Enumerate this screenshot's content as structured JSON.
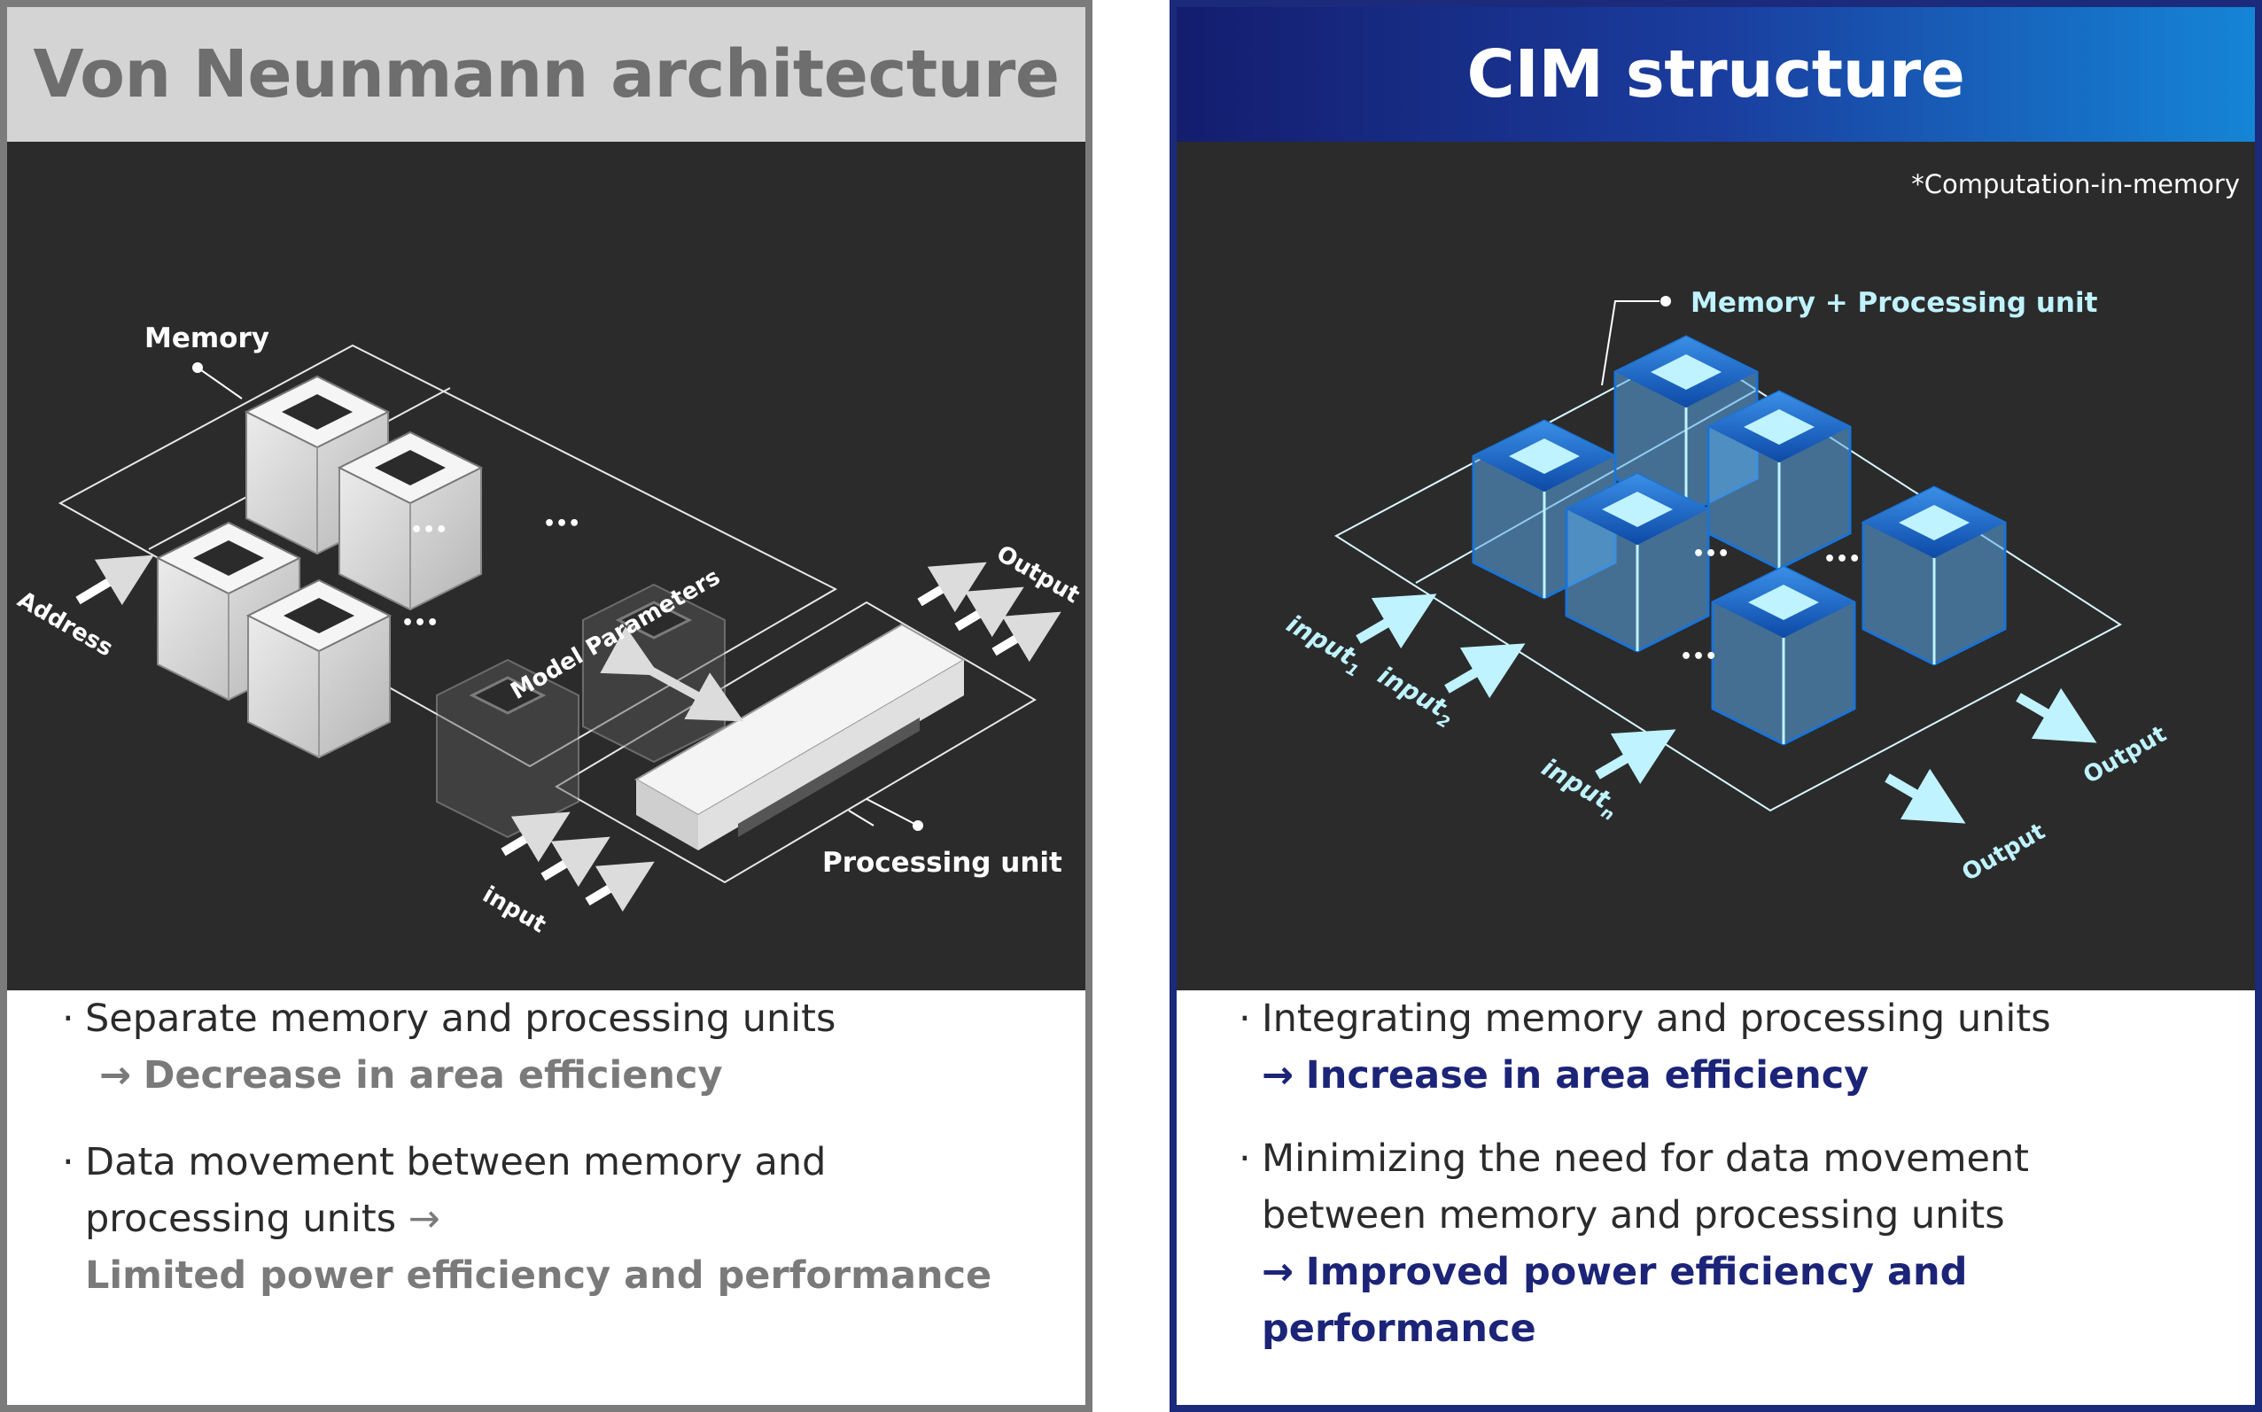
{
  "left": {
    "title": "Von Neunmann architecture",
    "labels": {
      "memory": "Memory",
      "address": "Address",
      "model_parameters": "Model Parameters",
      "output": "Output",
      "input": "input",
      "processing_unit": "Processing unit"
    },
    "bullets": [
      {
        "text": "Separate memory and processing units",
        "result": "Decrease in area efficiency"
      },
      {
        "text_line1": "Data movement between memory and",
        "text_line2": "processing units",
        "result": "Limited power efficiency and performance"
      }
    ]
  },
  "right": {
    "title": "CIM structure",
    "footnote": "*Computation-in-memory",
    "labels": {
      "unit": "Memory + Processing unit",
      "input1": "input",
      "input1_sub": "1",
      "input2": "input",
      "input2_sub": "2",
      "inputn": "input",
      "inputn_sub": "n",
      "output1": "Output",
      "output2": "Output"
    },
    "bullets": [
      {
        "text": "Integrating memory and processing units",
        "result": "Increase in area efficiency"
      },
      {
        "text_line1": "Minimizing the need for data movement",
        "text_line2": "between memory and processing units",
        "result": "Improved power efficiency and performance"
      }
    ]
  },
  "symbols": {
    "arrow": "→",
    "bullet": "·",
    "ellipsis": "•••"
  },
  "colors": {
    "left_accent": "#7a7a7a",
    "right_accent": "#1c2478",
    "dark_bg": "#2b2b2b",
    "cim_blue": "#1a73d6",
    "cim_cyan": "#bff3ff"
  }
}
